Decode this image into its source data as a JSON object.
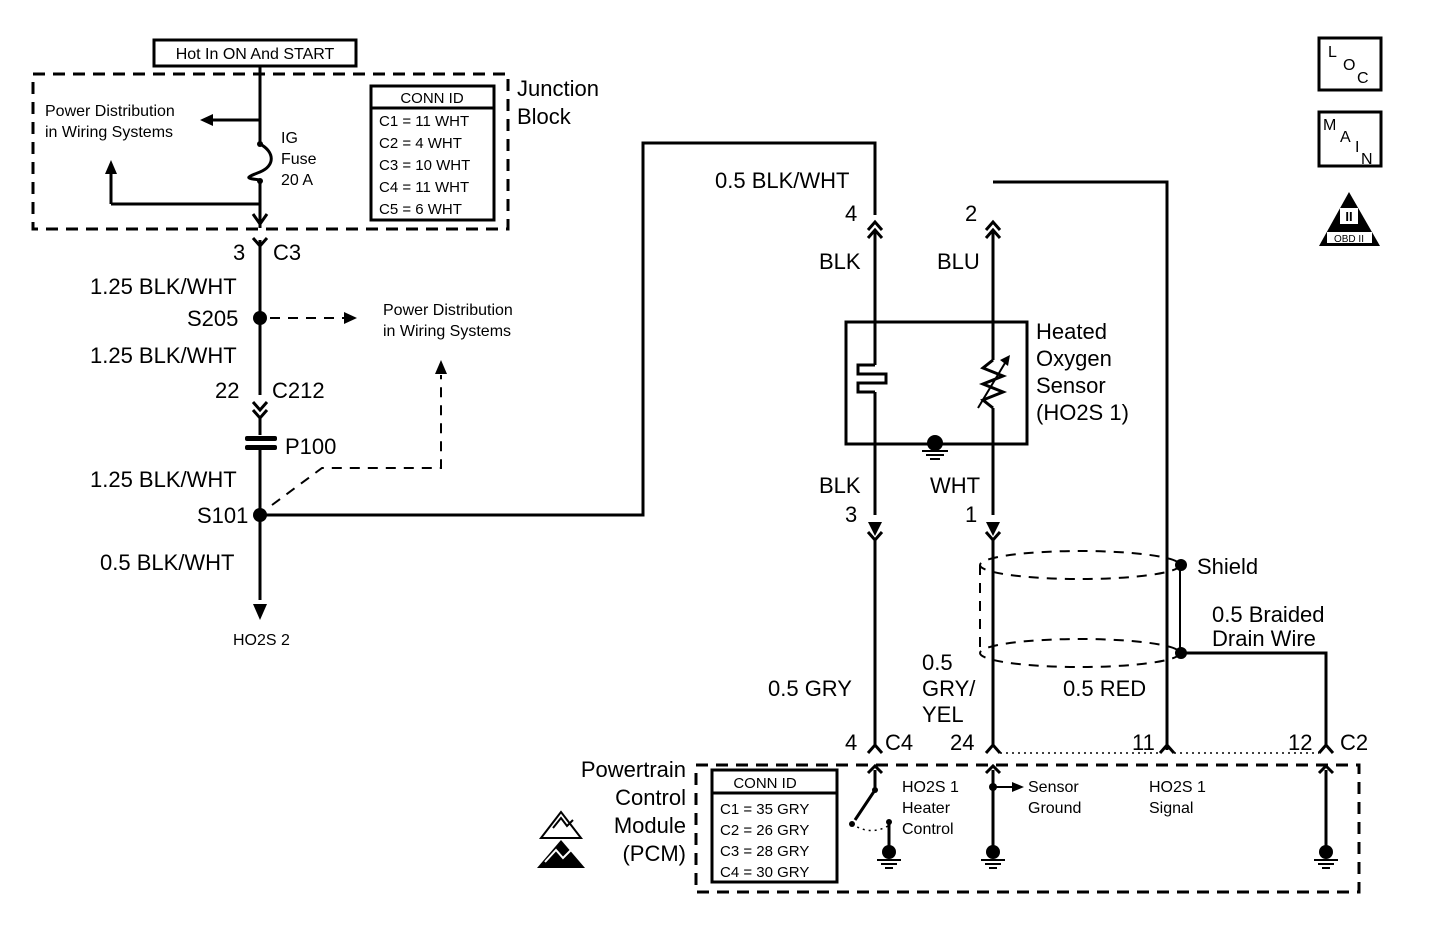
{
  "hot_label": "Hot In ON And START",
  "junction_block": {
    "title_line1": "Junction",
    "title_line2": "Block",
    "power_dist_line1": "Power Distribution",
    "power_dist_line2": "in Wiring Systems",
    "fuse_line1": "IG",
    "fuse_line2": "Fuse",
    "fuse_line3": "20 A",
    "conn_id_header": "CONN ID",
    "conn_ids": [
      "C1 = 11 WHT",
      "C2 = 4 WHT",
      "C3 = 10 WHT",
      "C4 = 11 WHT",
      "C5 = 6 WHT"
    ]
  },
  "left_circuit": {
    "c3_pin": "3",
    "c3_label": "C3",
    "wire1": "1.25 BLK/WHT",
    "s205": "S205",
    "power_dist_line1": "Power Distribution",
    "power_dist_line2": "in Wiring Systems",
    "wire2": "1.25 BLK/WHT",
    "c212_pin": "22",
    "c212_label": "C212",
    "p100": "P100",
    "wire3": "1.25 BLK/WHT",
    "s101": "S101",
    "wire4": "0.5 BLK/WHT",
    "ho2s2": "HO2S 2"
  },
  "sensor": {
    "top_wire": "0.5 BLK/WHT",
    "pin4": "4",
    "pin4_color": "BLK",
    "pin2": "2",
    "pin2_color": "BLU",
    "name_line1": "Heated",
    "name_line2": "Oxygen",
    "name_line3": "Sensor",
    "name_line4": "(HO2S 1)",
    "pin3_color": "BLK",
    "pin3": "3",
    "pin1_color": "WHT",
    "pin1": "1",
    "shield": "Shield",
    "drain_line1": "0.5 Braided",
    "drain_line2": "Drain Wire"
  },
  "harness": {
    "gry": "0.5 GRY",
    "gry_yel_line1": "0.5",
    "gry_yel_line2": "GRY/",
    "gry_yel_line3": "YEL",
    "red": "0.5 RED"
  },
  "pcm": {
    "pin_c4_num": "4",
    "pin_c4_label": "C4",
    "pin24": "24",
    "pin11": "11",
    "pin12": "12",
    "pin_c2_label": "C2",
    "name_line1": "Powertrain",
    "name_line2": "Control",
    "name_line3": "Module",
    "name_line4": "(PCM)",
    "conn_id_header": "CONN ID",
    "conn_ids": [
      "C1 = 35 GRY",
      "C2 = 26 GRY",
      "C3 = 28 GRY",
      "C4 = 30 GRY"
    ],
    "heater_line1": "HO2S 1",
    "heater_line2": "Heater",
    "heater_line3": "Control",
    "ground_line1": "Sensor",
    "ground_line2": "Ground",
    "signal_line1": "HO2S 1",
    "signal_line2": "Signal"
  },
  "icons": {
    "loc_l": "L",
    "loc_o": "O",
    "loc_c": "C",
    "main_m": "M",
    "main_a": "A",
    "main_i": "I",
    "main_n": "N",
    "obd_roman": "II",
    "obd_label": "OBD II"
  }
}
